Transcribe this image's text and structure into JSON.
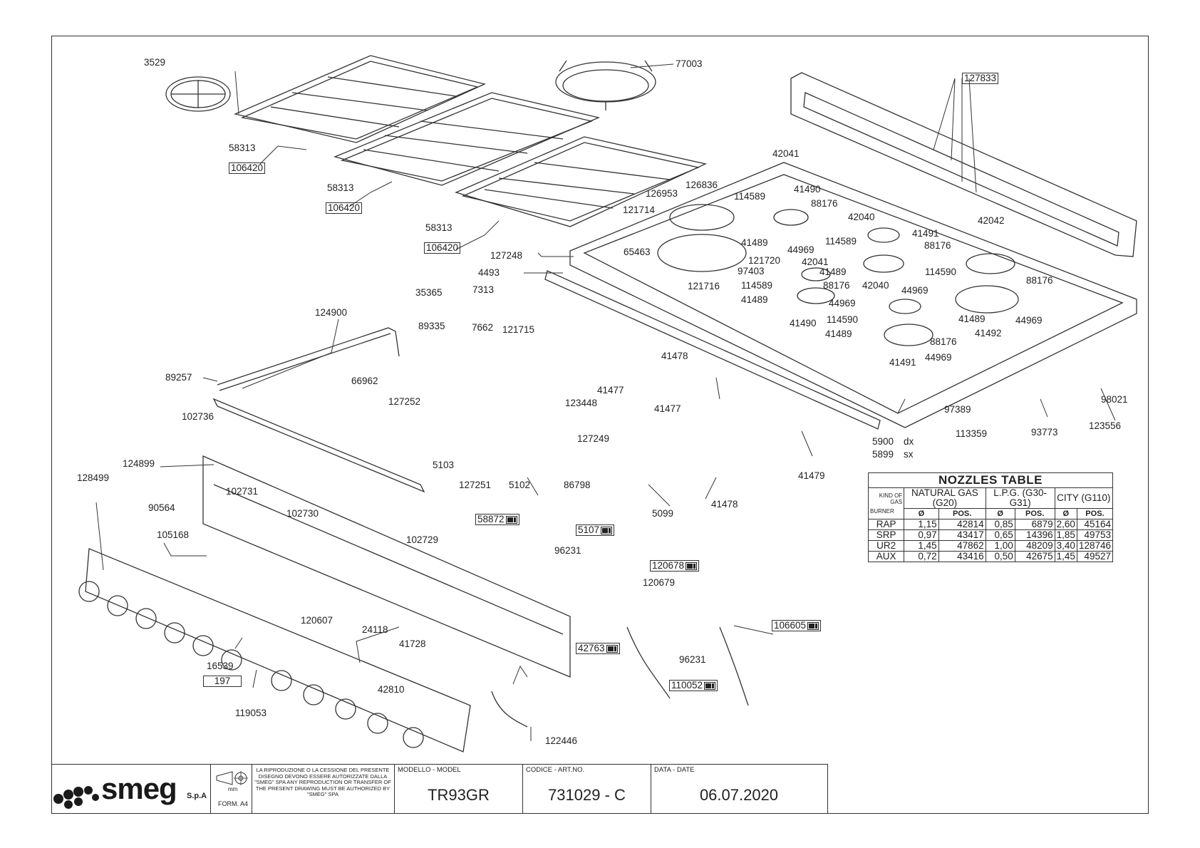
{
  "labels": {
    "l3529": "3529",
    "l77003": "77003",
    "l127833": "127833",
    "l58313a": "58313",
    "l106420a": "106420",
    "l58313b": "58313",
    "l106420b": "106420",
    "l58313c": "58313",
    "l106420c": "106420",
    "l42041a": "42041",
    "l41490a": "41490",
    "l126836": "126836",
    "l126953": "126953",
    "l114589a": "114589",
    "l88176a": "88176",
    "l121714": "121714",
    "l42040a": "42040",
    "l42042": "42042",
    "l41491a": "41491",
    "l114589b": "114589",
    "l88176b": "88176",
    "l41489a": "41489",
    "l44969a": "44969",
    "l65463": "65463",
    "l121720": "121720",
    "l42041b": "42041",
    "l97403": "97403",
    "l41489b": "41489",
    "l114590a": "114590",
    "l88176c": "88176",
    "l127248": "127248",
    "l4493": "4493",
    "l121716": "121716",
    "l114589c": "114589",
    "l88176d": "88176",
    "l42040b": "42040",
    "l44969b": "44969",
    "l41489c": "41489",
    "l44969c": "44969",
    "l41490b": "41490",
    "l114590b": "114590",
    "l41489d": "41489",
    "l44969d": "44969",
    "l41492": "41492",
    "l41489e": "41489",
    "l88176e": "88176",
    "l41491b": "41491",
    "l44969e": "44969",
    "l35365": "35365",
    "l7313": "7313",
    "l124900": "124900",
    "l89335": "89335",
    "l7662": "7662",
    "l121715": "121715",
    "l89257": "89257",
    "l66962": "66962",
    "l41478a": "41478",
    "l41477a": "41477",
    "l127252": "127252",
    "l123448": "123448",
    "l102736": "102736",
    "l41477b": "41477",
    "l98021": "98021",
    "l97389": "97389",
    "l127249": "127249",
    "l123556": "123556",
    "l93773": "93773",
    "l5900": "5900",
    "l5900dx": "dx",
    "l5899": "5899",
    "l5899sx": "sx",
    "l113359": "113359",
    "l124899": "124899",
    "l5103": "5103",
    "l128499": "128499",
    "l102731": "102731",
    "l127251": "127251",
    "l5102": "5102",
    "l86798": "86798",
    "l41479": "41479",
    "l90564": "90564",
    "l102730": "102730",
    "l5099": "5099",
    "l41478b": "41478",
    "l58872": "58872",
    "l5107": "5107",
    "l105168": "105168",
    "l102729": "102729",
    "l96231a": "96231",
    "l120678": "120678",
    "l120679": "120679",
    "l120607": "120607",
    "l106605": "106605",
    "l24118": "24118",
    "l41728": "41728",
    "l42763": "42763",
    "l16539": "16539",
    "l96231b": "96231",
    "l197": "197",
    "l110052": "110052",
    "l42810": "42810",
    "l119053": "119053",
    "l122446": "122446"
  },
  "nozzles_table": {
    "title": "NOZZLES TABLE",
    "kind_of_gas": "KIND OF GAS",
    "burner": "BURNER",
    "gas_natural": "NATURAL GAS (G20)",
    "gas_lpg": "L.P.G. (G30-G31)",
    "gas_city": "CITY (G110)",
    "col_dia": "Ø",
    "col_pos": "POS.",
    "rows": [
      {
        "burner": "RAP",
        "n_dia": "1,15",
        "n_pos": "42814",
        "l_dia": "0,85",
        "l_pos": "6879",
        "c_dia": "2,60",
        "c_pos": "45164"
      },
      {
        "burner": "SRP",
        "n_dia": "0,97",
        "n_pos": "43417",
        "l_dia": "0,65",
        "l_pos": "14396",
        "c_dia": "1,85",
        "c_pos": "49753"
      },
      {
        "burner": "UR2",
        "n_dia": "1,45",
        "n_pos": "47862",
        "l_dia": "1,00",
        "l_pos": "48209",
        "c_dia": "3,40",
        "c_pos": "128746"
      },
      {
        "burner": "AUX",
        "n_dia": "0,72",
        "n_pos": "43416",
        "l_dia": "0,50",
        "l_pos": "42675",
        "c_dia": "1,45",
        "c_pos": "49527"
      }
    ]
  },
  "title_block": {
    "brand": "smeg",
    "brand_suffix": "S.p.A",
    "notice": "LA RIPRODUZIONE O LA CESSIONE DEL PRESENTE DISEGNO DEVONO ESSERE AUTORIZZATE DALLA \"SMEG\" SPA ANY REPRODUCTION OR TRANSFER OF THE PRESENT DRAWING MUST BE AUTHORIZED BY \"SMEG\" SPA",
    "unit_mm": "mm",
    "form": "FORM. A4",
    "model_caption": "MODELLO - MODEL",
    "model": "TR93GR",
    "code_caption": "CODICE - ART.NO.",
    "code": "731029 - C",
    "date_caption": "DATA - DATE",
    "date": "06.07.2020"
  },
  "colors": {
    "line": "#333333",
    "ink": "#222222"
  }
}
